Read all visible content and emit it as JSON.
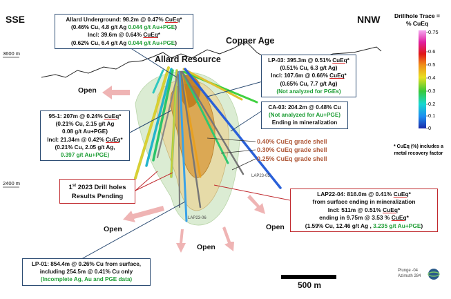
{
  "directions": {
    "left": "SSE",
    "right": "NNW"
  },
  "labels": {
    "copper_age": "Copper Age",
    "allard_resource": "Allard Resource"
  },
  "elevations": {
    "upper": "3600 m",
    "lower": "2400 m"
  },
  "legend": {
    "title_line1": "Drillhole Trace =",
    "title_line2": "% CuEq",
    "ticks": [
      "0.75",
      "0.6",
      "0.5",
      "0.4",
      "0.3",
      "0.2",
      "0.1",
      "0"
    ],
    "footnote_line1": "* CuEq (%) includes a",
    "footnote_line2": "metal recovery factor"
  },
  "shells": [
    "0.40% CuEq grade shell",
    "0.30% CuEq grade shell",
    "0.25% CuEq grade shell"
  ],
  "open_labels": [
    "Open",
    "Open",
    "Open",
    "Open"
  ],
  "hole_labels": {
    "lap23_05": "LAP23-05",
    "lap23_06": "LAP23-06"
  },
  "boxes": {
    "allard_ug": {
      "l1": "Allard Underground: 98.2m @ 0.47% ",
      "l1u": "CuEq",
      "l1s": "*",
      "l2a": "(0.46% Cu, 4.8 g/t Ag ",
      "l2g": "0.044 g/t Au+PGE",
      "l2b": ")",
      "l3a": "Incl: 39.6m @ 0.64% ",
      "l3u": "CuEq",
      "l3s": "*",
      "l4a": "(0.62% Cu, 6.4 g/t Ag ",
      "l4g": "0.044 g/t Au+PGE",
      "l4b": ")"
    },
    "lp03": {
      "l1a": "LP-03: 395.3m @ 0.51% ",
      "l1u": "CuEq",
      "l1s": "*",
      "l2": "(0.51% Cu, 6.3 g/t Ag)",
      "l3a": "Incl: 107.6m @ 0.66% ",
      "l3u": "CuEq",
      "l3s": "*",
      "l4": "(0.65% Cu, 7.7 g/t Ag)",
      "l5": "(Not analyzed for PGEs)"
    },
    "ca03": {
      "l1": "CA-03: 204.2m @ 0.48% Cu",
      "l2": "(Not analyzed for Au+PGE)",
      "l3": "Ending in mineralization"
    },
    "h951": {
      "l1a": "95-1: 207m @ 0.24% ",
      "l1u": "CuEq",
      "l1s": "*",
      "l2": "(0.21% Cu, 2.15 g/t Ag",
      "l3": "0.08 g/t Au+PGE)",
      "l4a": "Incl: 21.34m @ 0.42% ",
      "l4u": "CuEq",
      "l4s": "*",
      "l5": "(0.21% Cu, 2.05 g/t Ag,",
      "l6": "0.397 g/t Au+PGE)"
    },
    "pending": {
      "l1a": "1",
      "l1sup": "st",
      "l1b": " 2023 Drill holes",
      "l2": "Results Pending"
    },
    "lap2204": {
      "l1a": "LAP22-04: 816.0m @ 0.41% ",
      "l1u": "CuEq",
      "l1s": "*",
      "l2": "from surface ending in mineralization",
      "l3a": "Incl: 511m @ 0.51% ",
      "l3u": "CuEq",
      "l3s": "*",
      "l4a": "ending in 9.75m @ 3.53 % ",
      "l4u": "CuEq",
      "l4s": "*",
      "l5a": "(1.59% Cu, 12.46 g/t Ag , ",
      "l5g": "3.235 g/t Au+PGE",
      "l5b": ")"
    },
    "lp01": {
      "l1": "LP-01: 854.4m @ 0.26% Cu from surface,",
      "l2": "including 254.5m @ 0.41% Cu only",
      "l3": "(Incomplete Ag, Au and PGE data)"
    }
  },
  "scale_label": "500 m",
  "view": {
    "plunge": "Plunge -04",
    "azimuth": "Azimuth 284"
  },
  "colors": {
    "frame_blue": "#2c4c73",
    "frame_red": "#c0282d",
    "note_green": "#1e9e35",
    "shell_text": "#b05a3a",
    "arrow_pink": "#efb4b4"
  }
}
